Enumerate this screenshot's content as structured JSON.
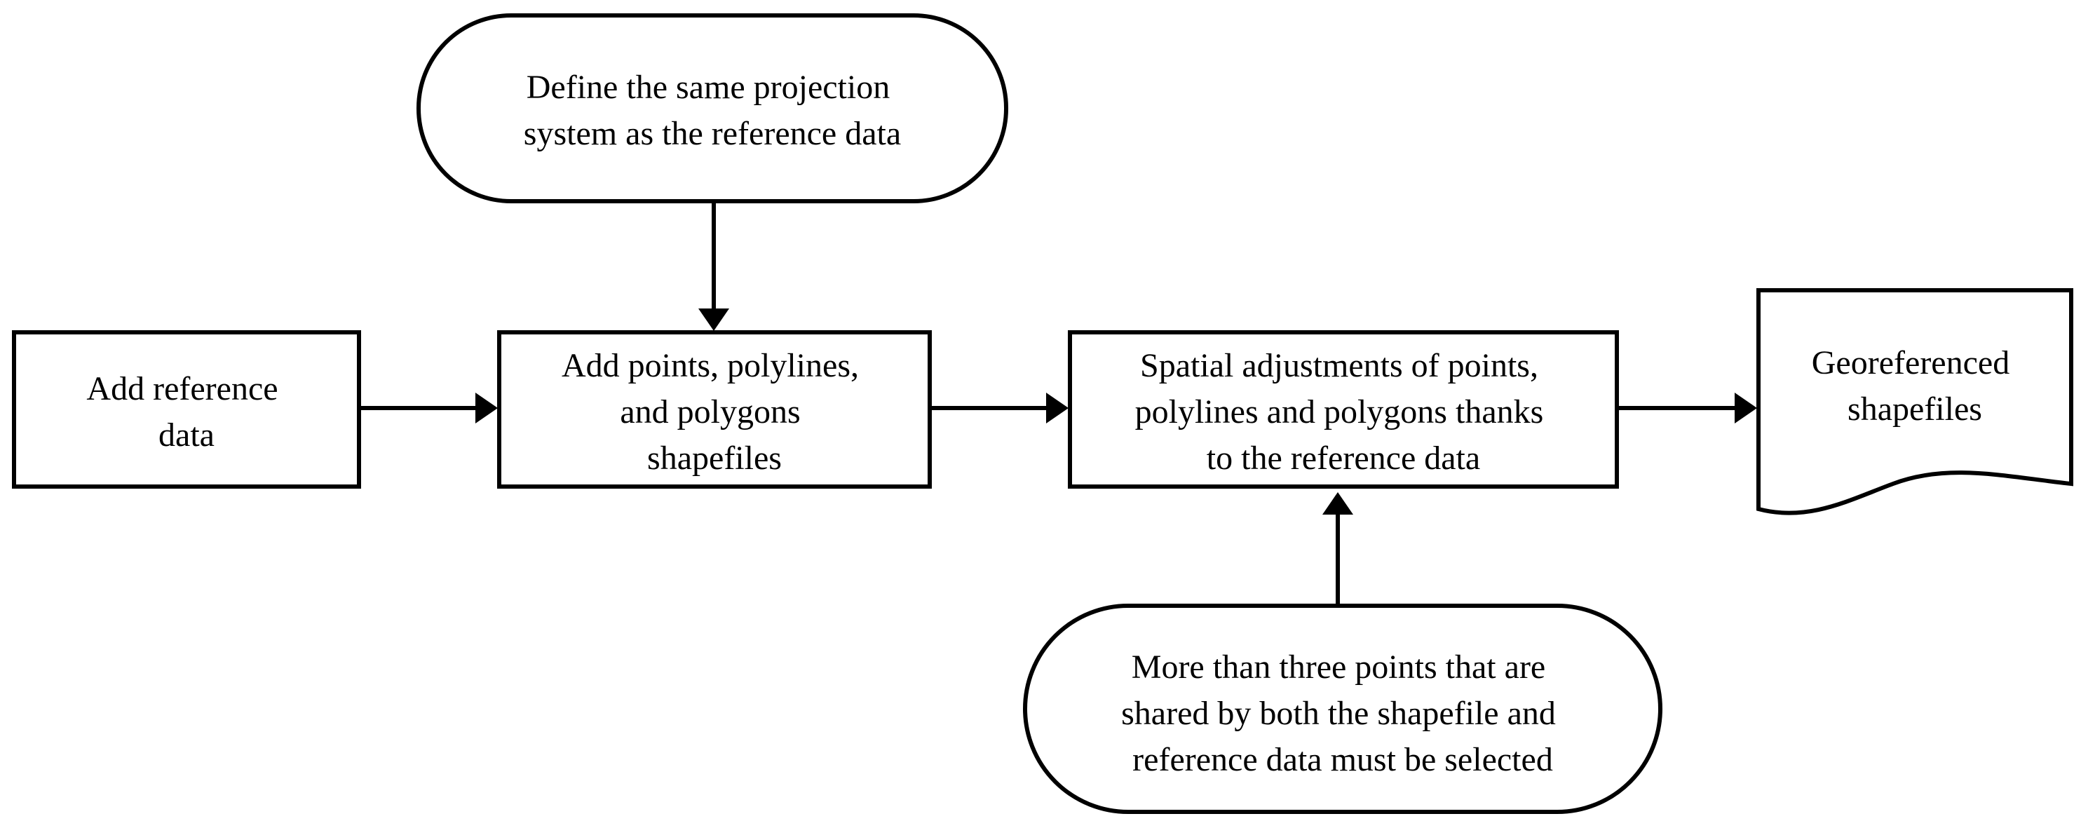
{
  "nodes": {
    "add_reference": {
      "lines": [
        "Add reference",
        "data"
      ]
    },
    "define_projection": {
      "lines": [
        "Define the same projection",
        "system as the reference data"
      ]
    },
    "add_shapefiles": {
      "lines": [
        "Add points, polylines,",
        "and polygons",
        "shapefiles"
      ]
    },
    "spatial_adjustments": {
      "lines": [
        "Spatial adjustments of points,",
        "polylines and polygons thanks",
        "to the reference data"
      ]
    },
    "georeferenced": {
      "lines": [
        "Georeferenced",
        "shapefiles"
      ]
    },
    "shared_points": {
      "lines": [
        "More than three points that are",
        "shared by both the shapefile and",
        "reference data must be selected"
      ]
    }
  }
}
